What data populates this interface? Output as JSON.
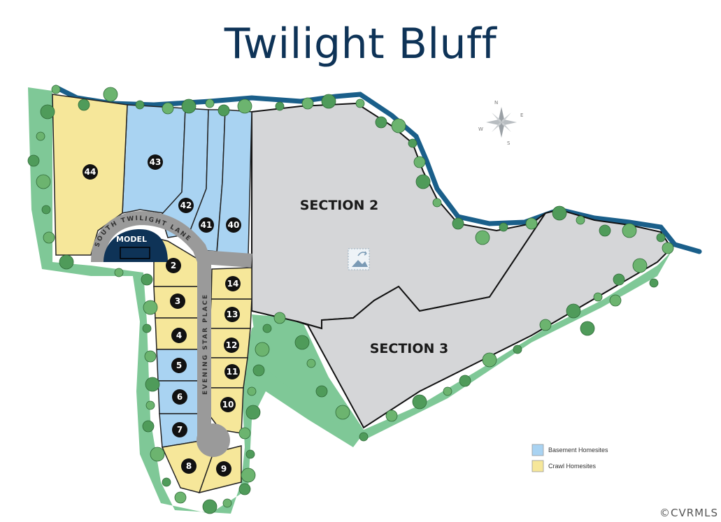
{
  "title": "Twilight Bluff",
  "colors": {
    "title": "#0e3357",
    "basement": "#a9d3f2",
    "crawl": "#f6e79a",
    "section": "#d5d6d8",
    "green": "#7fc897",
    "water": "#1a5f8a",
    "road": "#aaaaaa",
    "model": "#0e3357",
    "tree": "#4f9b5a"
  },
  "sections": [
    {
      "id": "section-2",
      "label": "SECTION 2"
    },
    {
      "id": "section-3",
      "label": "SECTION 3"
    }
  ],
  "roads": [
    {
      "id": "south-twilight-lane",
      "label": "SOUTH TWILIGHT LANE"
    },
    {
      "id": "evening-star-place",
      "label": "EVENING STAR PLACE"
    }
  ],
  "model_label": "MODEL",
  "lots": [
    {
      "number": "44",
      "type": "crawl"
    },
    {
      "number": "43",
      "type": "basement"
    },
    {
      "number": "42",
      "type": "basement"
    },
    {
      "number": "41",
      "type": "basement"
    },
    {
      "number": "40",
      "type": "basement"
    },
    {
      "number": "2",
      "type": "crawl"
    },
    {
      "number": "3",
      "type": "crawl"
    },
    {
      "number": "4",
      "type": "crawl"
    },
    {
      "number": "5",
      "type": "basement"
    },
    {
      "number": "6",
      "type": "basement"
    },
    {
      "number": "7",
      "type": "basement"
    },
    {
      "number": "8",
      "type": "crawl"
    },
    {
      "number": "9",
      "type": "crawl"
    },
    {
      "number": "10",
      "type": "crawl"
    },
    {
      "number": "11",
      "type": "crawl"
    },
    {
      "number": "12",
      "type": "crawl"
    },
    {
      "number": "13",
      "type": "crawl"
    },
    {
      "number": "14",
      "type": "crawl"
    }
  ],
  "legend": [
    {
      "label": "Basement Homesites",
      "type": "basement"
    },
    {
      "label": "Crawl Homesites",
      "type": "crawl"
    }
  ],
  "compass": [
    "N",
    "E",
    "S",
    "W"
  ],
  "copyright": "©CVRMLS"
}
